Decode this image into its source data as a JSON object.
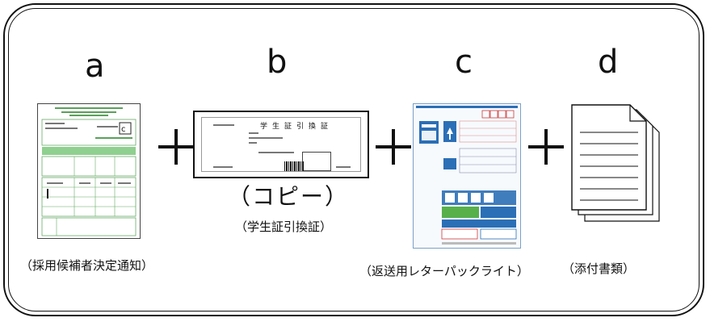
{
  "items": {
    "a": {
      "letter": "a",
      "caption": "（採用候補者決定通知）"
    },
    "b": {
      "letter": "b",
      "copy_note": "（コピー）",
      "caption": "（学生証引換証）",
      "card_title": "学生証引換証"
    },
    "c": {
      "letter": "c",
      "caption": "（返送用レターパックライト）"
    },
    "d": {
      "letter": "d",
      "caption": "（添付書類）"
    }
  },
  "operators": [
    "+",
    "+",
    "+"
  ],
  "colors": {
    "frame": "#111111",
    "envelope_blue": "#2b6fb6",
    "envelope_red": "#d23a3a",
    "envelope_green": "#57b04a"
  }
}
